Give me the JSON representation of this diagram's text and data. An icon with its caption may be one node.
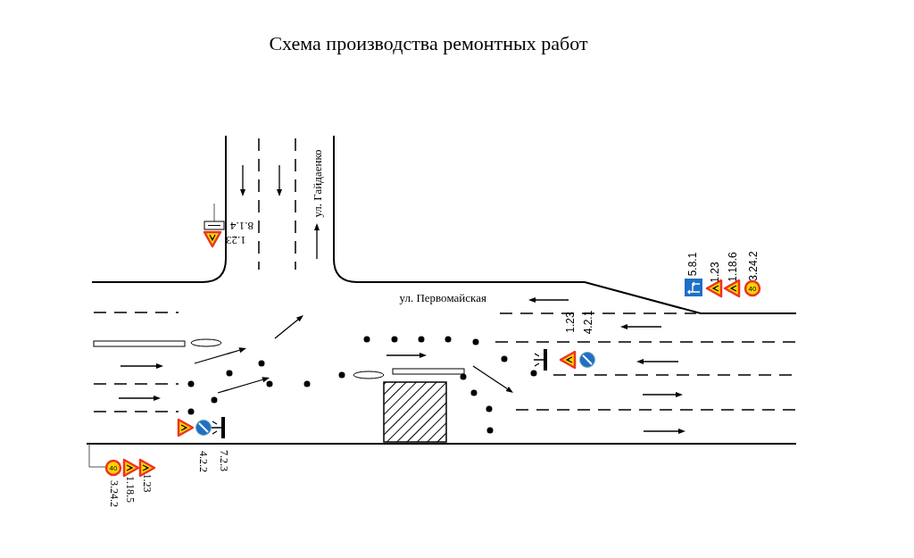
{
  "diagram": {
    "title": "Схема производства ремонтных работ",
    "labels": [
      "ул. Гайдаенко",
      "8.1.4",
      "1.23",
      "5.8.1",
      "1.23",
      "1.18.6",
      "3.24.2",
      "40",
      "ул. Первомайская",
      "1.23",
      "4.2.1",
      "4.2.2",
      "7.2.3",
      "40",
      "3.24.2",
      "1.18.5",
      "1.23"
    ]
  }
}
